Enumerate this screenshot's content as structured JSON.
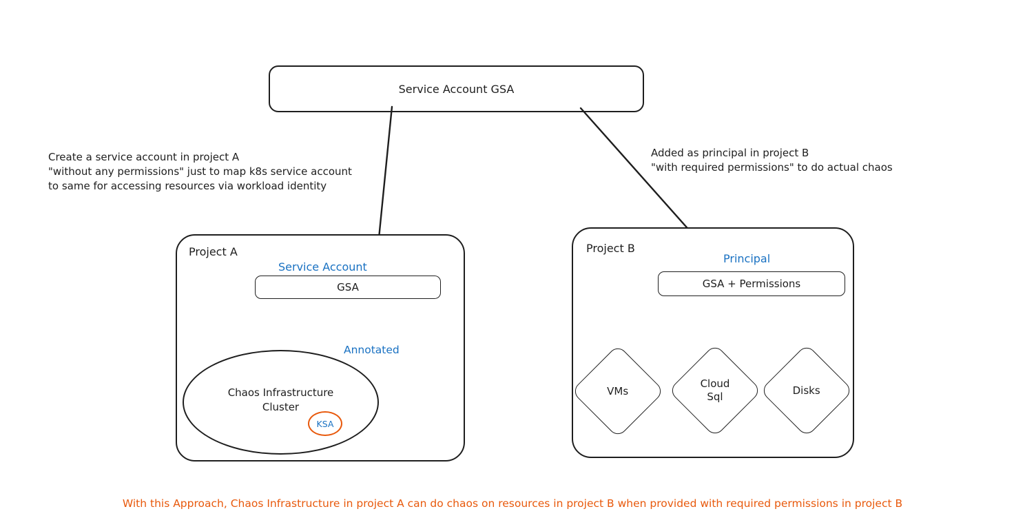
{
  "colors": {
    "stroke": "#1e1e1e",
    "blue": "#1971c2",
    "orange": "#e8590c",
    "background": "#ffffff"
  },
  "top_box": {
    "label": "Service Account GSA"
  },
  "notes": {
    "left": {
      "line1": "Create a service account in project A",
      "line2": "\"without any permissions\" just to map k8s service account",
      "line3": "to same for accessing resources via workload identity"
    },
    "right": {
      "line1": "Added as principal in project B",
      "line2": "\"with required permissions\" to do actual chaos"
    }
  },
  "project_a": {
    "title": "Project A",
    "service_account_label": "Service Account",
    "gsa_box_label": "GSA",
    "cluster": {
      "line1": "Chaos Infrastructure",
      "line2": "Cluster",
      "ksa_label": "KSA"
    },
    "annotated_label": "Annotated"
  },
  "project_b": {
    "title": "Project B",
    "principal_label": "Principal",
    "gsa_box_label": "GSA + Permissions",
    "resources": [
      {
        "label": "VMs"
      },
      {
        "label": "Cloud Sql"
      },
      {
        "label": "Disks"
      }
    ]
  },
  "footer": {
    "text": "With this Approach, Chaos Infrastructure in project A can do chaos on resources in project B when provided with required permissions in project B"
  }
}
